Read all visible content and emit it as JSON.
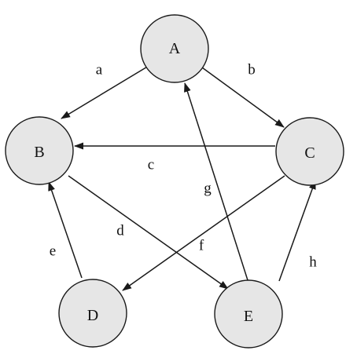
{
  "nodes": [
    {
      "id": "A",
      "label": "A"
    },
    {
      "id": "B",
      "label": "B"
    },
    {
      "id": "C",
      "label": "C"
    },
    {
      "id": "D",
      "label": "D"
    },
    {
      "id": "E",
      "label": "E"
    }
  ],
  "edges": [
    {
      "id": "a",
      "label": "a",
      "from": "A",
      "to": "B"
    },
    {
      "id": "b",
      "label": "b",
      "from": "A",
      "to": "C"
    },
    {
      "id": "c",
      "label": "c",
      "from": "C",
      "to": "B"
    },
    {
      "id": "d",
      "label": "d",
      "from": "B",
      "to": "E"
    },
    {
      "id": "e",
      "label": "e",
      "from": "D",
      "to": "B"
    },
    {
      "id": "f",
      "label": "f",
      "from": "C",
      "to": "D"
    },
    {
      "id": "g",
      "label": "g",
      "from": "E",
      "to": "A"
    },
    {
      "id": "h",
      "label": "h",
      "from": "E",
      "to": "C"
    }
  ],
  "colors": {
    "node_fill": "#e6e6e6",
    "stroke": "#1a1a1a",
    "text": "#111111"
  }
}
